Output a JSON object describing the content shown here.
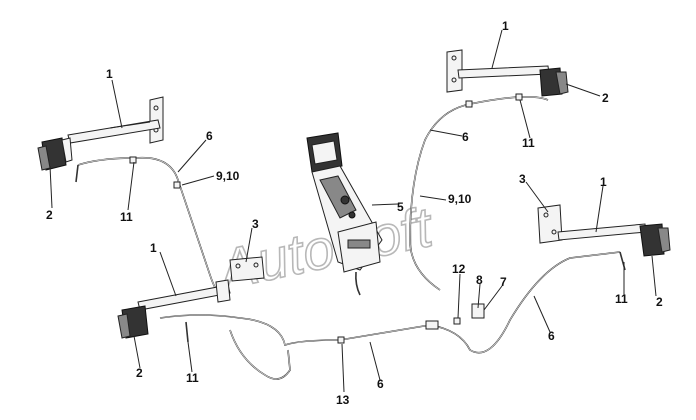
{
  "watermark": "AutoSoft",
  "callouts": {
    "tl_1": "1",
    "tl_2": "2",
    "tl_11": "11",
    "tl_6": "6",
    "tl_910": "9,10",
    "tr_1": "1",
    "tr_2": "2",
    "tr_6": "6",
    "tr_11": "11",
    "c_5": "5",
    "c_910": "9,10",
    "ml_3": "3",
    "ml_1": "1",
    "bl_2": "2",
    "bl_11": "11",
    "mr_3": "3",
    "mr_1": "1",
    "mr_11": "11",
    "mr_2": "2",
    "b_12": "12",
    "b_8": "8",
    "b_7": "7",
    "b_6": "6",
    "b_13": "13",
    "b_6b": "6"
  }
}
